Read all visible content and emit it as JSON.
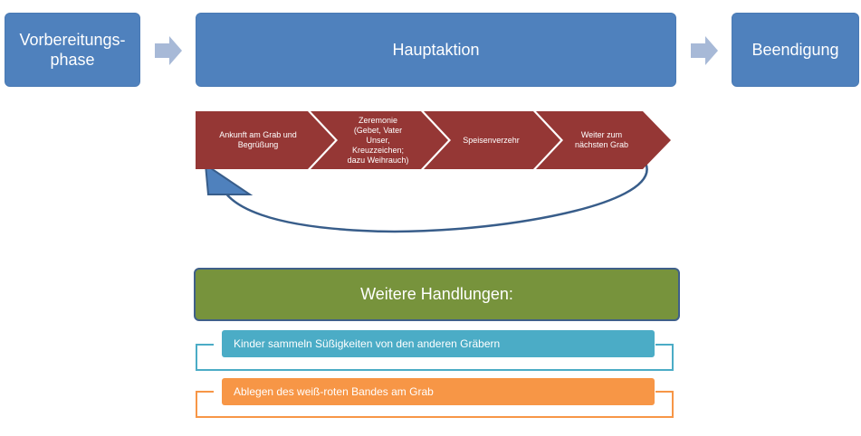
{
  "phases": {
    "prep": "Vorbereitungs-\nphase",
    "main": "Hauptaktion",
    "end": "Beendigung"
  },
  "steps": [
    "Ankunft am Grab und\nBegrüßung",
    "Zeremonie\n(Gebet, Vater\nUnser,\nKreuzzeichen;\ndazu Weihrauch)",
    "Speisenverzehr",
    "Weiter zum\nnächsten Grab"
  ],
  "further": {
    "title": "Weitere  Handlungen:",
    "items": [
      "Kinder sammeln Süßigkeiten von den anderen Gräbern",
      "Ablegen des weiß-roten Bandes am Grab"
    ]
  },
  "colors": {
    "phase_blue": "#4f81bd",
    "chevron_red": "#953735",
    "loop_arrow": "#385d8a",
    "title_green": "#77933c",
    "item_teal": "#4bacc6",
    "item_orange": "#f79646"
  }
}
